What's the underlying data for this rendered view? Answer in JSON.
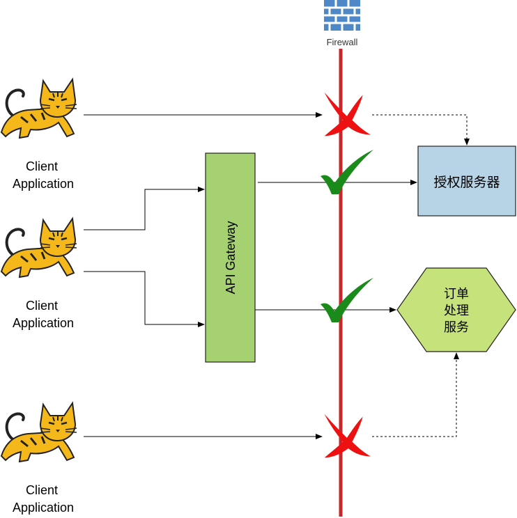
{
  "firewall": {
    "label": "Firewall"
  },
  "clients": [
    {
      "label_line1": "Client",
      "label_line2": "Application"
    },
    {
      "label_line1": "Client",
      "label_line2": "Application"
    },
    {
      "label_line1": "Client",
      "label_line2": "Application"
    }
  ],
  "gateway": {
    "label": "API Gateway"
  },
  "auth_server": {
    "label": "授权服务器"
  },
  "order_service": {
    "label_lines": [
      "订单",
      "处理",
      "服务"
    ]
  },
  "colors": {
    "firewall_line": "#c8262a",
    "firewall_icon": "#4f88c6",
    "gateway_fill": "#a6d170",
    "auth_fill": "#b7d3e6",
    "order_fill": "#c6e27a",
    "check": "#1a8a1a",
    "cross": "#ee1111",
    "cat_body": "#f4b81a"
  }
}
